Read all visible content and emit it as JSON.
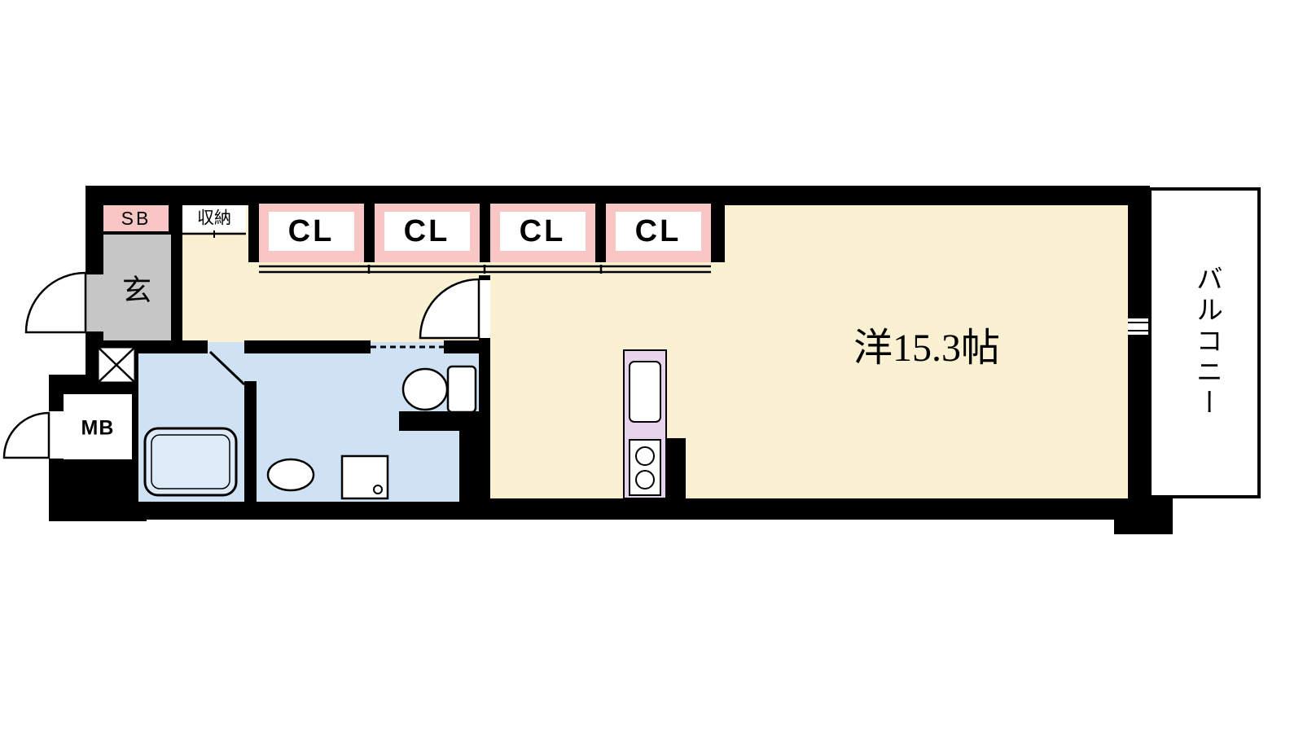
{
  "plan": {
    "labels": {
      "sb": "SB",
      "storage": "収納",
      "closet": "CL",
      "entrance": "玄",
      "meter_box": "MB",
      "main_room": "洋15.3帖",
      "balcony": "バルコニー"
    },
    "colors": {
      "wall": "#000000",
      "room_cream": "#FAF0D2",
      "closet_pink": "#F8C6C4",
      "entrance_gray": "#C6C6C6",
      "bath_blue": "#CFE2F3",
      "bathtub_blue": "#DDEBF8",
      "kitchen_lavender": "#E6D4EC",
      "white": "#FFFFFF"
    }
  }
}
